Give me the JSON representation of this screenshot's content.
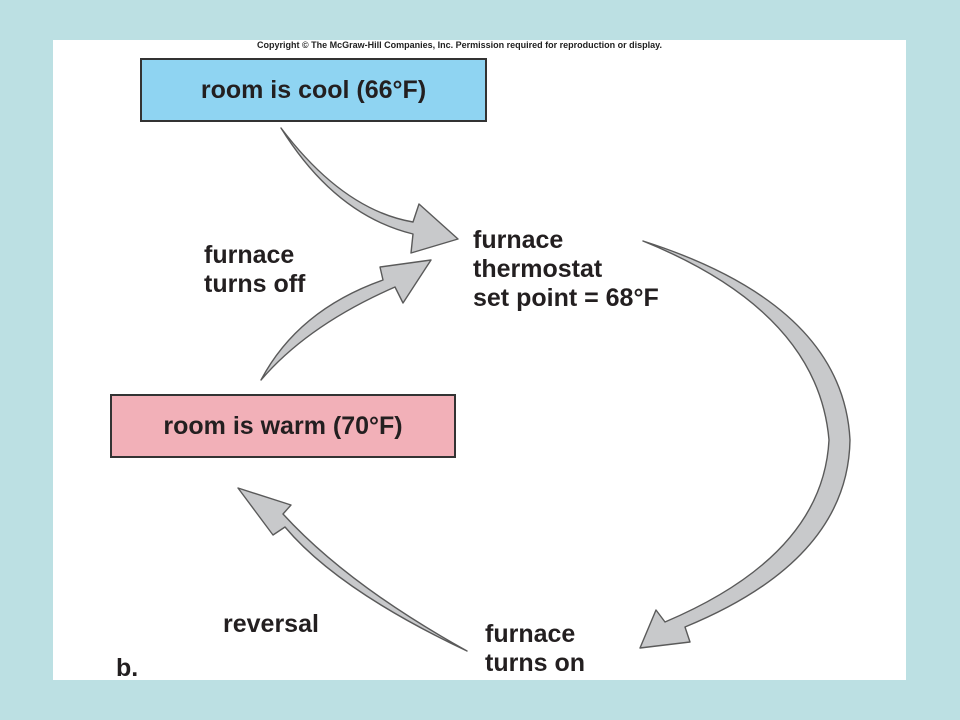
{
  "copyright": "Copyright © The McGraw-Hill Companies, Inc. Permission required for reproduction or display.",
  "boxes": {
    "cool": "room is cool (66°F)",
    "warm": "room is warm (70°F)"
  },
  "thermostat": {
    "line1": "furnace",
    "line2": "thermostat",
    "line3": "set point = 68°F"
  },
  "furnace_off": {
    "line1": "furnace",
    "line2": "turns off"
  },
  "furnace_on": {
    "line1": "furnace",
    "line2": "turns on"
  },
  "reversal": "reversal",
  "panel_label": "b.",
  "colors": {
    "background": "#bce0e3",
    "cool_box": "#8fd4f2",
    "warm_box": "#f2b0b8",
    "arrow_fill": "#c8c9cb",
    "arrow_stroke": "#5a5a5a"
  }
}
